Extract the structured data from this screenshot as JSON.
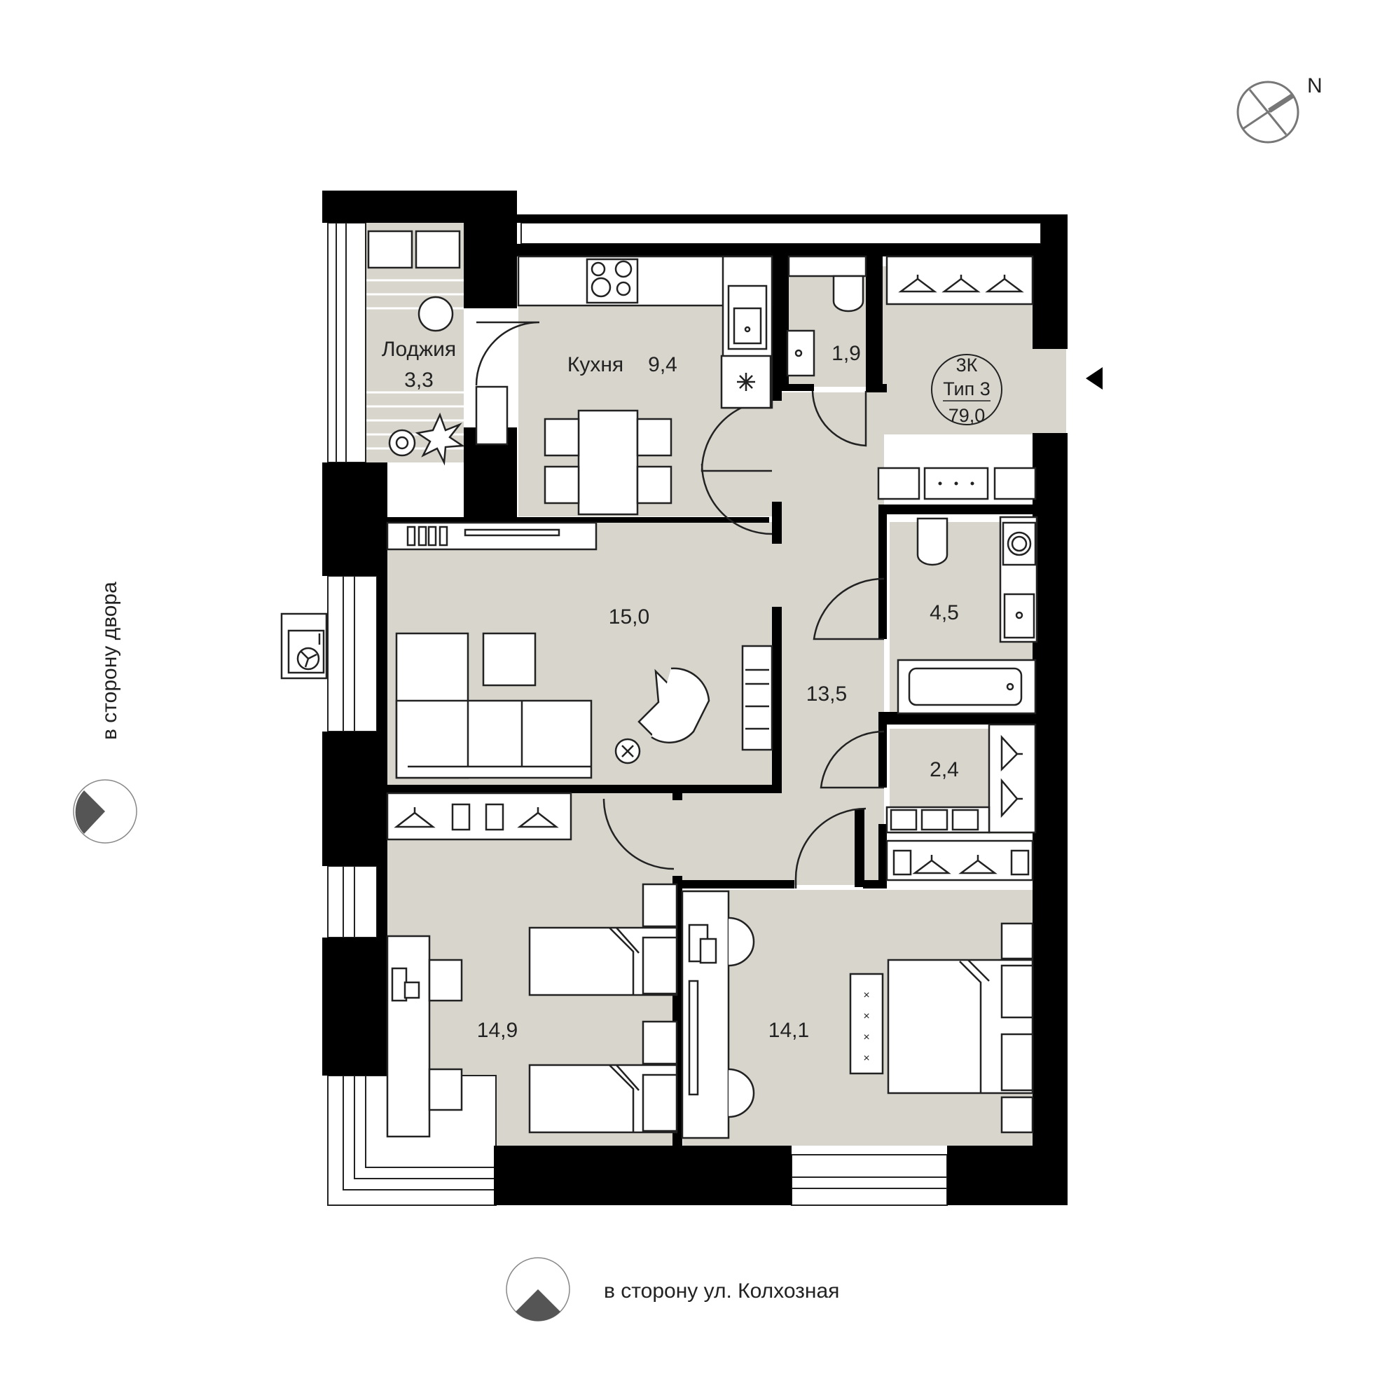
{
  "colors": {
    "wall": "#000000",
    "floor": "#d8d5cc",
    "furniture_fill": "#ffffff",
    "furniture_stroke": "#222222",
    "compass": "#777777",
    "sun_marker": "#555555"
  },
  "compass": {
    "north_label": "N"
  },
  "rooms": {
    "loggia": {
      "name": "Лоджия",
      "area": "3,3"
    },
    "kitchen": {
      "name": "Кухня",
      "area": "9,4"
    },
    "wc": {
      "area": "1,9"
    },
    "living": {
      "area": "15,0"
    },
    "hall": {
      "area": "13,5"
    },
    "bath": {
      "area": "4,5"
    },
    "closet": {
      "area": "2,4"
    },
    "bedroom_left": {
      "area": "14,9"
    },
    "bedroom_right": {
      "area": "14,1"
    }
  },
  "apartment_badge": {
    "rooms": "3К",
    "type": "Тип 3",
    "total": "79,0"
  },
  "orientation": {
    "yard": "в сторону двора",
    "street": "в сторону ул. Колхозная"
  },
  "icons": [
    "compass-icon",
    "entrance-arrow-icon",
    "sun-direction-icon",
    "stove-icon",
    "sink-icon",
    "fridge-icon",
    "toilet-icon",
    "bathtub-icon",
    "washing-machine-icon",
    "hanger-icon",
    "plant-icon",
    "air-conditioner-icon"
  ]
}
